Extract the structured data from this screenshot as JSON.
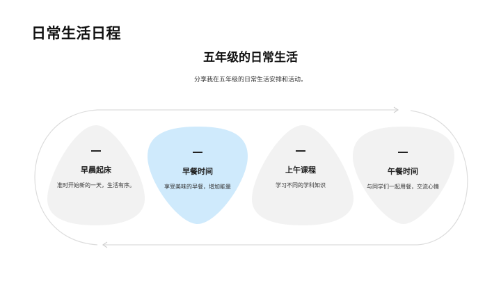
{
  "page": {
    "title": "日常生活日程",
    "subtitle": "五年级的日常生活",
    "description": "分享我在五年级的日常生活安排和活动。"
  },
  "colors": {
    "card_default": "#f2f2f2",
    "card_highlight": "#cfeafc",
    "track_line": "#dddddd"
  },
  "steps": [
    {
      "marker": "—",
      "title": "早晨起床",
      "text": "准时开始新的一天，生活有序。",
      "highlight": false
    },
    {
      "marker": "—",
      "title": "早餐时间",
      "text": "享受美味的早餐，增加能量",
      "highlight": true
    },
    {
      "marker": "—",
      "title": "上午课程",
      "text": "学习不同的学科知识",
      "highlight": false
    },
    {
      "marker": "—",
      "title": "午餐时间",
      "text": "与同学们一起用餐，交流心情",
      "highlight": false
    }
  ]
}
